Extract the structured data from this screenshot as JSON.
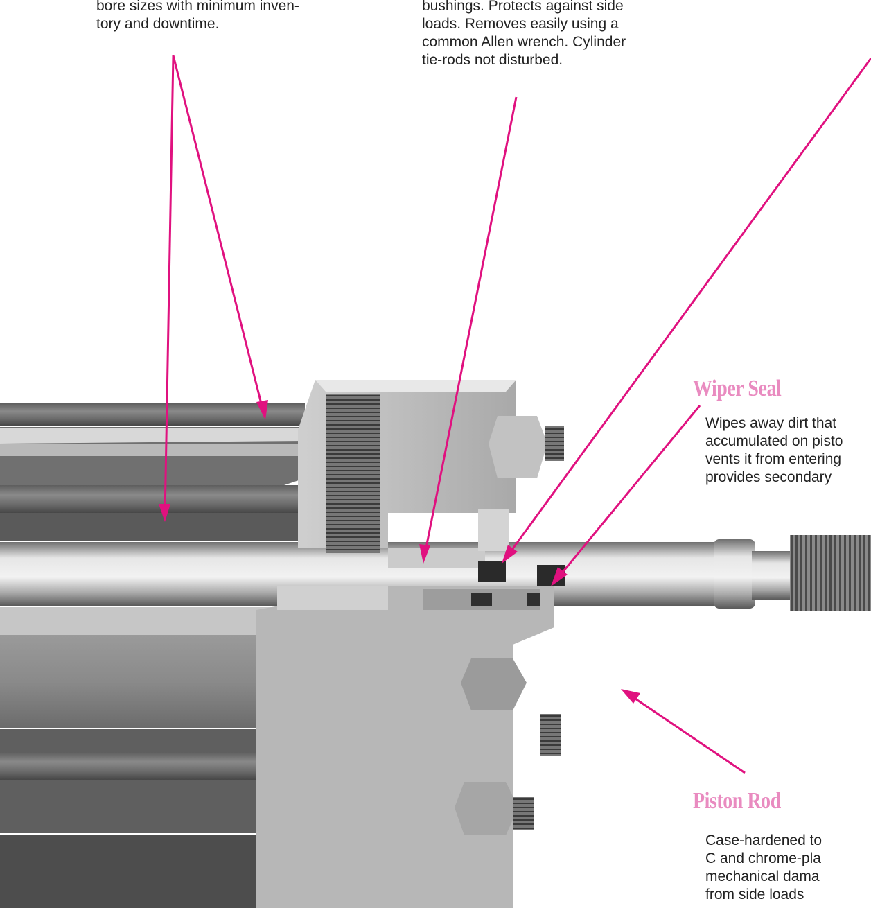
{
  "blocks": {
    "tube": {
      "lines": [
        "bore sizes with minimum inven-",
        "tory and downtime."
      ]
    },
    "bushing": {
      "lines": [
        "bushings. Protects against side",
        "loads. Removes easily using a",
        "common Allen wrench. Cylinder",
        "tie-rods not disturbed."
      ]
    },
    "wiper_seal": {
      "heading": "Wiper Seal",
      "lines": [
        "Wipes away dirt that",
        "accumulated on pisto",
        "vents it from entering",
        "provides secondary"
      ]
    },
    "piston_rod": {
      "heading": "Piston Rod",
      "lines": [
        "Case-hardened to",
        "C and chrome-pla",
        "mechanical dama",
        "from side loads"
      ]
    }
  },
  "colors": {
    "accent": "#e0117f",
    "heading": "#e98bc0"
  }
}
